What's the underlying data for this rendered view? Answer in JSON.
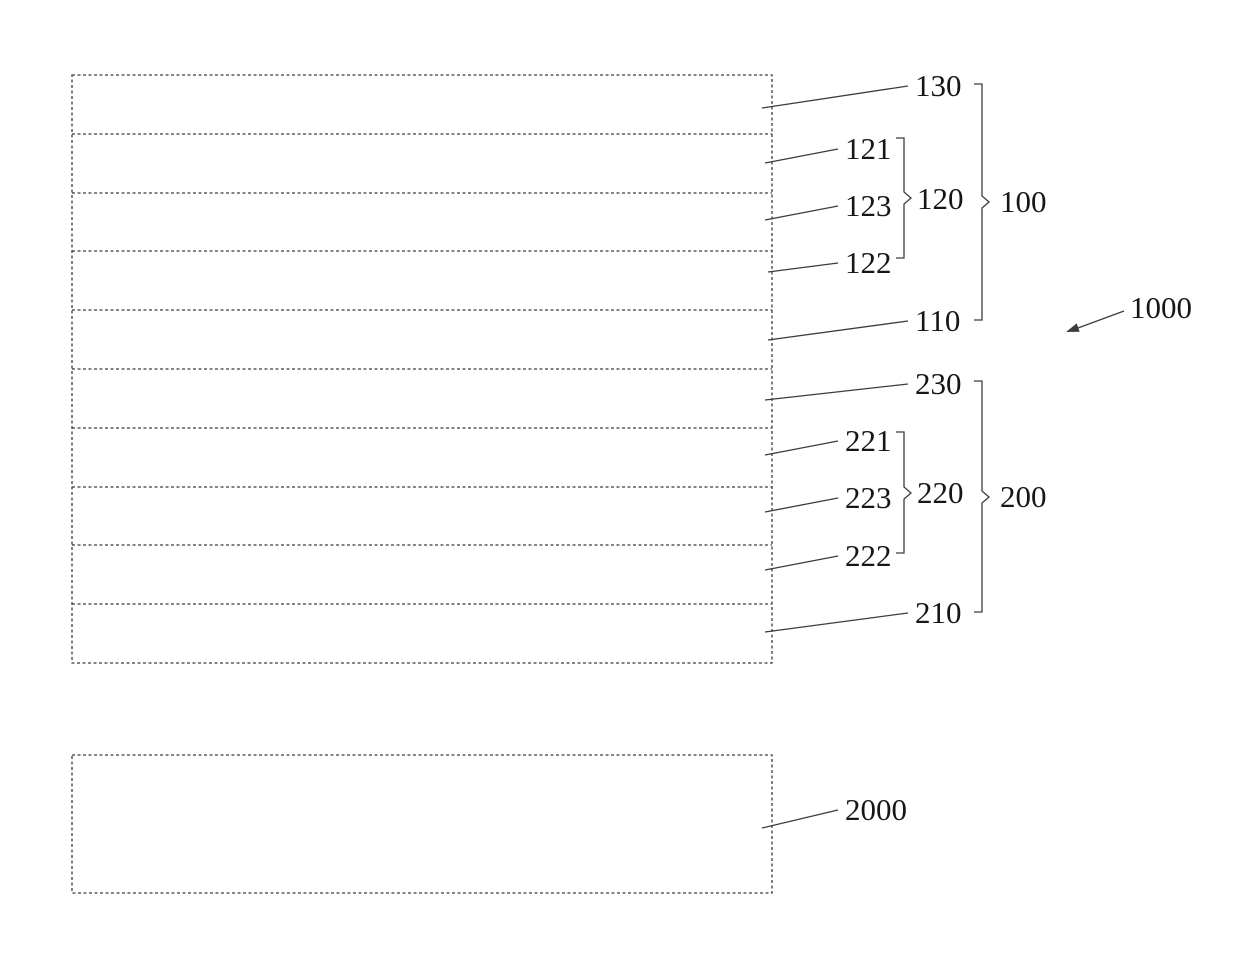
{
  "figure": {
    "assembly_ref": "1000",
    "substrate_ref": "2000",
    "stack": {
      "layers": [
        "130",
        "121",
        "123",
        "122",
        "110",
        "230",
        "221",
        "223",
        "222",
        "210"
      ]
    },
    "groups": [
      {
        "ref": "120",
        "members": [
          "121",
          "123",
          "122"
        ]
      },
      {
        "ref": "100",
        "members": [
          "130",
          "120",
          "110"
        ]
      },
      {
        "ref": "220",
        "members": [
          "221",
          "223",
          "222"
        ]
      },
      {
        "ref": "200",
        "members": [
          "230",
          "220",
          "210"
        ]
      }
    ],
    "colors": {
      "line": "#3c3c3c",
      "text": "#161616",
      "background": "#ffffff"
    }
  }
}
